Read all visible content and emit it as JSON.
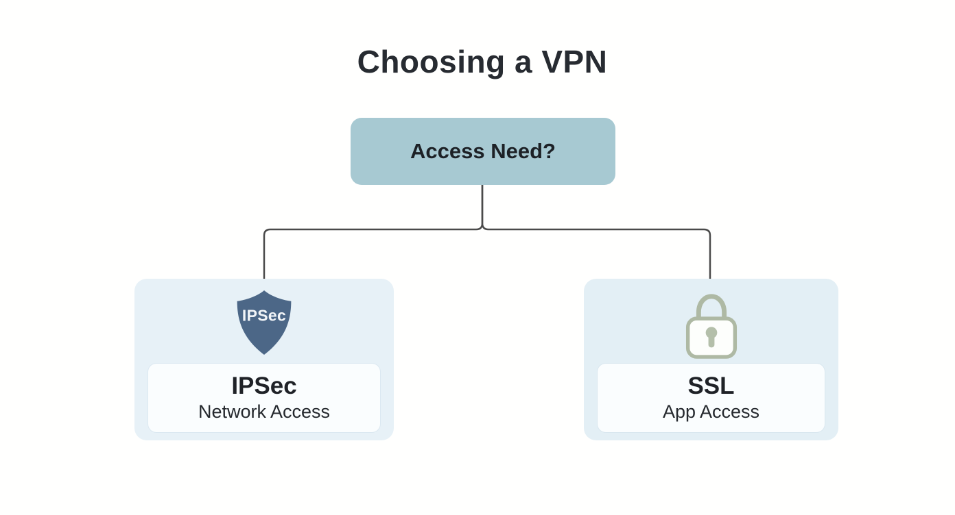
{
  "title": "Choosing a VPN",
  "decision": {
    "label": "Access Need?"
  },
  "branches": [
    {
      "id": "ipsec",
      "icon": "shield-icon",
      "icon_label": "IPSec",
      "title": "IPSec",
      "subtitle": "Network Access"
    },
    {
      "id": "ssl",
      "icon": "lock-icon",
      "title": "SSL",
      "subtitle": "App Access"
    }
  ],
  "colors": {
    "decision_fill": "#a7c9d2",
    "card_fill": "#e7f1f7",
    "card_fill_right": "#e3eff5",
    "inner_fill": "#fafdfe",
    "shield_fill": "#4c6787",
    "lock_stroke": "#aeb9a4",
    "line_color": "#4a4a4a",
    "title_color": "#272b31",
    "text_dark": "#1d2126"
  }
}
